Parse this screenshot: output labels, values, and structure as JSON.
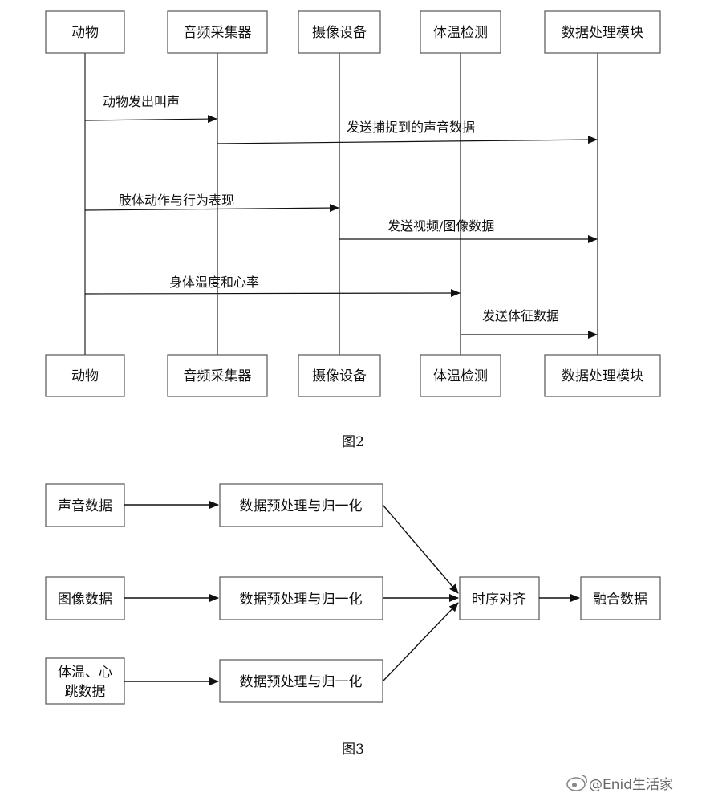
{
  "figure2": {
    "caption": "图2",
    "participants": [
      "动物",
      "音频采集器",
      "摄像设备",
      "体温检测",
      "数据处理模块"
    ],
    "messages": [
      {
        "from": 0,
        "to": 1,
        "label": "动物发出叫声"
      },
      {
        "from": 1,
        "to": 4,
        "label": "发送捕捉到的声音数据"
      },
      {
        "from": 0,
        "to": 2,
        "label": "肢体动作与行为表现"
      },
      {
        "from": 2,
        "to": 4,
        "label": "发送视频/图像数据"
      },
      {
        "from": 0,
        "to": 3,
        "label": "身体温度和心率"
      },
      {
        "from": 3,
        "to": 4,
        "label": "发送体征数据"
      }
    ]
  },
  "figure3": {
    "caption": "图3",
    "inputs": [
      {
        "line1": "声音数据",
        "line2": ""
      },
      {
        "line1": "图像数据",
        "line2": ""
      },
      {
        "line1": "体温、心",
        "line2": "跳数据"
      }
    ],
    "process_label": "数据预处理与归一化",
    "align_label": "时序对齐",
    "fusion_label": "融合数据"
  },
  "watermark": {
    "text": "@Enid生活家"
  }
}
